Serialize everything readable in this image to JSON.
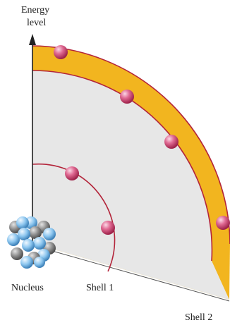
{
  "labels": {
    "energy_line1": "Energy",
    "energy_line2": "level",
    "nucleus": "Nucleus",
    "shell1": "Shell 1",
    "shell2": "Shell 2"
  },
  "colors": {
    "shell_fill": "#e8e8e8",
    "band": "#f2b51f",
    "shell_line": "#b3243a",
    "electron": "#d84a7c",
    "proton": "#86c3ee",
    "neutron": "#8c8c8c",
    "axis": "#222222"
  },
  "electrons": {
    "shell1": 2,
    "shell2": 4
  }
}
